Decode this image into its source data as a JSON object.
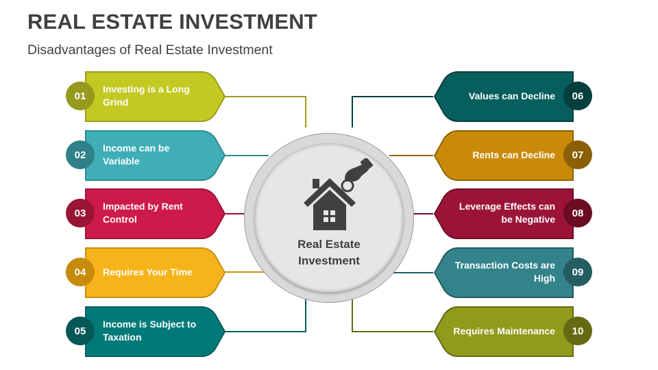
{
  "header": {
    "title": "REAL ESTATE INVESTMENT",
    "subtitle": "Disadvantages of Real Estate Investment"
  },
  "hub": {
    "label_line1": "Real Estate",
    "label_line2": "Investment",
    "icon": "house-with-hand-holding-key-icon"
  },
  "left_items": [
    {
      "number": "01",
      "text": "Investing is a Long Grind",
      "color": "#C3C922",
      "badge_color": "#97991E",
      "border": "#9A9C1C"
    },
    {
      "number": "02",
      "text": "Income can be Variable",
      "color": "#3FAEB7",
      "badge_color": "#2F8087",
      "border": "#2F8A91"
    },
    {
      "number": "03",
      "text": "Impacted by Rent Control",
      "color": "#CD1A4A",
      "badge_color": "#9A1434",
      "border": "#9D1538"
    },
    {
      "number": "04",
      "text": "Requires Your Time",
      "color": "#F7B31A",
      "badge_color": "#C68B0C",
      "border": "#C99010"
    },
    {
      "number": "05",
      "text": "Income is Subject to Taxation",
      "color": "#007A78",
      "badge_color": "#065856",
      "border": "#065E5C"
    }
  ],
  "right_items": [
    {
      "number": "06",
      "text": "Values can Decline",
      "color": "#065F5D",
      "badge_color": "#043E3D",
      "border": "#043F3E"
    },
    {
      "number": "07",
      "text": "Rents can Decline",
      "color": "#C88A08",
      "badge_color": "#8A5F05",
      "border": "#8F6306"
    },
    {
      "number": "08",
      "text": "Leverage Effects can be Negative",
      "color": "#9B1438",
      "badge_color": "#6A0C24",
      "border": "#6D0E27"
    },
    {
      "number": "09",
      "text": "Transaction Costs are High",
      "color": "#33838A",
      "badge_color": "#235C61",
      "border": "#215C61"
    },
    {
      "number": "10",
      "text": "Requires Maintenance",
      "color": "#919A1A",
      "badge_color": "#646A12",
      "border": "#656B12"
    }
  ]
}
